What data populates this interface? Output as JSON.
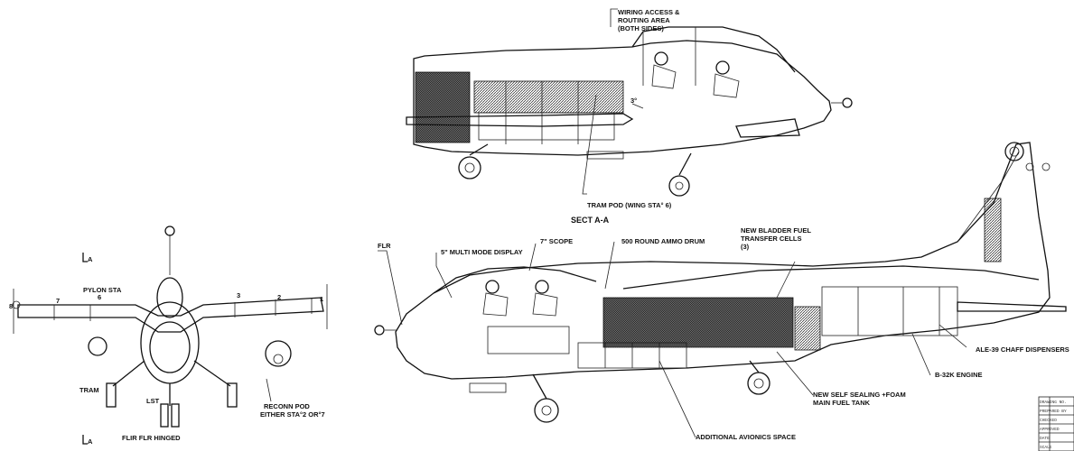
{
  "labels": {
    "wiring_access": "WIRING ACCESS &",
    "routing_area": "ROUTING AREA",
    "both_sides": "(BOTH SIDES)",
    "three_deg": "3°",
    "tram_pod": "TRAM POD (WING STA° 6)",
    "sect_aa": "SECT A-A",
    "flr": "FLR",
    "multi_mode_display": "5\" MULTI MODE DISPLAY",
    "scope": "7\" SCOPE",
    "ammo_drum": "500 ROUND AMMO DRUM",
    "bladder_1": "NEW BLADDER FUEL",
    "bladder_2": "TRANSFER CELLS",
    "bladder_3": "(3)",
    "chaff": "ALE-39 CHAFF DISPENSERS",
    "engine": "B-32K ENGINE",
    "fuel_tank_1": "NEW SELF SEALING +FOAM",
    "fuel_tank_2": "MAIN FUEL TANK",
    "avionics": "ADDITIONAL AVIONICS SPACE",
    "pylon_sta": "PYLON STA",
    "pylon_6": "6",
    "pylon_7": "7",
    "pylon_3": "3",
    "pylon_2": "2",
    "pylon_1": "1",
    "pylon_8": "8",
    "section_a_top": "A",
    "section_a_bottom": "A",
    "tram": "TRAM",
    "lst": "LST",
    "reconn_1": "RECONN POD",
    "reconn_2": "EITHER STA°2 OR°7",
    "front_note": "FLIR FLR HINGED"
  },
  "title_block": {
    "rows": [
      "DRAWING NO.",
      "PREPARED BY",
      "CHECKED",
      "APPROVED",
      "DATE",
      "SCALE"
    ]
  }
}
